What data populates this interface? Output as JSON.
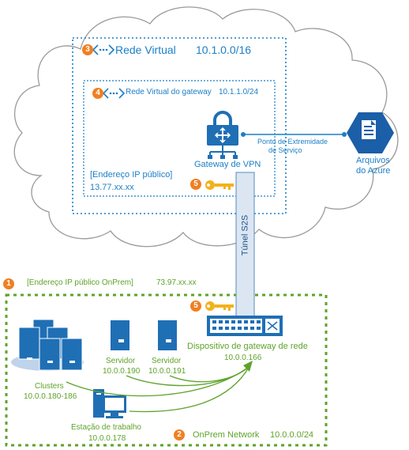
{
  "vnet": {
    "badge": "3",
    "label": "Rede Virtual",
    "cidr": "10.1.0.0/16"
  },
  "gateway_vnet": {
    "badge": "4",
    "label": "Rede Virtual do gateway",
    "cidr": "10.1.1.0/24"
  },
  "vpn_gateway": {
    "label": "Gateway de VPN"
  },
  "public_ip_azure": {
    "label": "[Endereço IP público]",
    "value": "13.77.xx.xx"
  },
  "key_badge": "5",
  "endpoint": {
    "line1": "Ponto de Extremidade",
    "line2": "de Serviço"
  },
  "azure_files": {
    "line1": "Arquivos",
    "line2": "do Azure"
  },
  "tunnel": {
    "label": "Túnel S2S"
  },
  "onprem_public_ip": {
    "badge": "1",
    "label": "[Endereço IP público OnPrem]",
    "value": "73.97.xx.xx"
  },
  "network_device": {
    "label": "Dispositivo de gateway de rede",
    "ip": "10.0.0.166"
  },
  "servers": [
    {
      "label": "Servidor",
      "ip": "10.0.0.190"
    },
    {
      "label": "Servidor",
      "ip": "10.0.0.191"
    }
  ],
  "clusters": {
    "label": "Clusters",
    "ip": "10.0.0.180-186"
  },
  "workstation": {
    "label": "Estação de trabalho",
    "ip": "10.0.0.178"
  },
  "onprem_network": {
    "badge": "2",
    "label": "OnPrem Network",
    "cidr": "10.0.0.0/24"
  },
  "colors": {
    "azure_blue": "#1b7fc7",
    "onprem_green": "#5ea32a",
    "badge_orange": "#f07f22",
    "icon_blue": "#1f6fb5"
  }
}
